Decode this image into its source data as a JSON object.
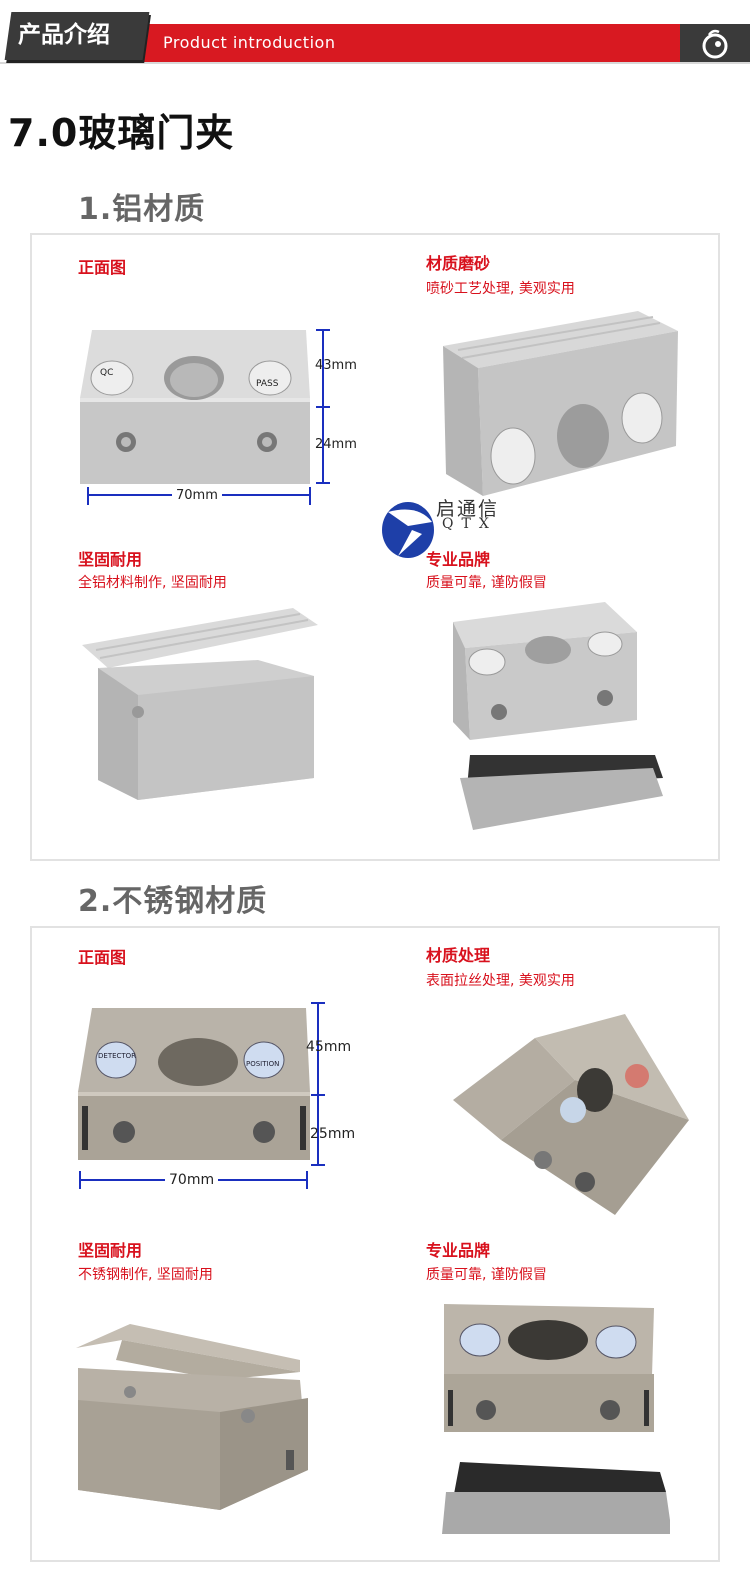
{
  "header": {
    "tag_cn": "产品介绍",
    "tag_en": "Product introduction"
  },
  "page_title": "7.0玻璃门夹",
  "sections": [
    {
      "title": "1.铝材质",
      "items": [
        {
          "label": "正面图",
          "desc": ""
        },
        {
          "label": "材质磨砂",
          "desc": "喷砂工艺处理, 美观实用"
        },
        {
          "label": "坚固耐用",
          "desc": "全铝材料制作, 坚固耐用"
        },
        {
          "label": "专业品牌",
          "desc": "质量可靠, 谨防假冒"
        }
      ],
      "dims": {
        "height_top": "43mm",
        "height_bottom": "24mm",
        "width": "70mm"
      },
      "stickers": [
        "QC",
        "PASS"
      ]
    },
    {
      "title": "2.不锈钢材质",
      "items": [
        {
          "label": "正面图",
          "desc": ""
        },
        {
          "label": "材质处理",
          "desc": "表面拉丝处理, 美观实用"
        },
        {
          "label": "坚固耐用",
          "desc": "不锈钢制作, 坚固耐用"
        },
        {
          "label": "专业品牌",
          "desc": "质量可靠, 谨防假冒"
        }
      ],
      "dims": {
        "height_top": "45mm",
        "height_bottom": "25mm",
        "width": "70mm"
      },
      "stickers": [
        "DETECTOR",
        "POSITION"
      ]
    }
  ],
  "watermark": {
    "cn": "启通信",
    "en": "QTX"
  },
  "colors": {
    "accent_red": "#d81921",
    "dark": "#3a3a3a",
    "aluminum": "#c9c9c9",
    "steel": "#b5aea3"
  }
}
